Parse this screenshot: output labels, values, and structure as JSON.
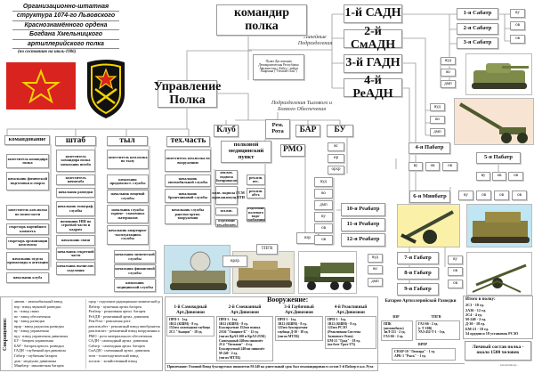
{
  "title": {
    "lines": [
      "Организационно-штатная",
      "структура  1074-го Львовского",
      "Краснознамённого ордена",
      "Богдана Хмельницкого",
      "артиллерийского полка"
    ],
    "subtitle": "(по состоянию на  июль-1986)"
  },
  "commander": "командир полка",
  "management": "Управление Полка",
  "line_units_label": "Линейные Подразделения",
  "support_label": "Подразделения Тылового и Боевого Обеспечения",
  "deployment": "Пункт Дислокации Демократическая Республика Афганистан г. Кабул - район Хаирхана (\"Тёплый Стан\")",
  "divisions": [
    "1-й САДН",
    "2-й СмАДН",
    "3-й ГАДН",
    "4-й РеАДН"
  ],
  "sabatr": [
    "1-я Сабатр",
    "2-я Сабатр",
    "3-я Сабатр"
  ],
  "sabatr_plt": [
    "ву",
    "ов",
    "ов"
  ],
  "div_hq": [
    "вуд",
    "во",
    "дмп"
  ],
  "pabatr": [
    "4-я Пабатр",
    "5-я Пабатр"
  ],
  "minbatr": "6-я Минбатр",
  "plt4": [
    "ву",
    "ов",
    "ов",
    "ов"
  ],
  "reabatr": [
    "10-я Реабатр",
    "11-я Реабатр",
    "12-я Реабатр"
  ],
  "gabatr": [
    "7-я Габатр",
    "8-я Габатр",
    "9-я Габатр"
  ],
  "support": {
    "club": "Клуб",
    "rem": "Рем. Рота",
    "bar": "БАР",
    "bu": "БУ",
    "med": "полковой медицинский пункт",
    "rmo": "РМО",
    "bu_units": [
      "вс",
      "ир",
      "орхр"
    ],
    "rem_units": [
      "рем.взв. вес.",
      "рем.взв. абтт."
    ],
    "rmo_units": [
      "авт.взв. подвоза боеприпасов",
      "авт.взв. подвоза ГСМ продов.ии.имущ.ВТИ",
      "хоз.взв.",
      "отделение тех.обеспеч."
    ],
    "water": "отделение полевого водо- снабжения",
    "bar_units": [
      "взр",
      "ТПГВ",
      "врлр"
    ]
  },
  "staff": {
    "command": {
      "head": "командование",
      "items": [
        "заместитель командира полка",
        "начальник физической подготовки и спорта",
        "заместитель ком.полка по полит.части",
        "секретарь партийного комитета",
        "секретарь организации комсомола",
        "начальник отдела пропаганды и агитации",
        "начальник клуба"
      ]
    },
    "hq": {
      "head": "штаб",
      "items": [
        "заместитель командира полка начальник штаба",
        "заместитель начштаба",
        "начальник разведки",
        "начальник топограф. службы",
        "помощник НШ по строевой части и кадрам",
        "начальник связи",
        "начальник секретной части",
        "начальник вычислит. отделения"
      ]
    },
    "rear": {
      "head": "тыл",
      "items": [
        "заместитель ком.полка по тылу",
        "начальник продовольст. службы",
        "начальник вещевой службы",
        "начальник службы горюче- -смазочных материалов",
        "начальник квартирно- -эксплуатацион. службы",
        "начальник химической службы",
        "начальник финансовой службы",
        "начальник медицинской службы"
      ]
    },
    "tech": {
      "head": "тех.часть",
      "items": [
        "заместитель ком.полка по вооружению",
        "начальник автомобильной службы",
        "начальник бронетанковой службы",
        "начальник службы ракетно-артил. вооружения"
      ]
    }
  },
  "legend": {
    "title": "Сокращения:",
    "col1": [
      "автвзв. - автомобильный взвод",
      "взр - взвод звуковой разведки",
      "вс - взвод связи",
      "во - взвод обеспечения",
      "вр - взвод разведки",
      "врлр - взвод радиолок.разведки",
      "ву - взвод управления",
      "вуд - взвод управления дивизиона",
      "БУ - батарея управления",
      "БАР - батарея артилл. разведки",
      "ГАДН - гаубичный арт.дивизион",
      "Габатр - гаубичная батарея",
      "дмп - медпункт дивизиона",
      "Минбатр - минометная батарея",
      "ов - огневой взвод"
    ],
    "col2": [
      "орхр - отделение радиационно-химической разведки",
      "Пабатр - пушечная артил.батарея",
      "Реабатр - реактивная артил. батарея",
      "РеАДН - реактивный артил. дивизион",
      "Рем.Рота - ремонтная рота",
      "рем.взв.абтт - ремонтный взвод автобронетанковой техники",
      "рем.взв.вес - ремонтный взвод вооружения и средств связи",
      "РМО - рота материального обеспечения",
      "САДН - самоходный артил. дивизион",
      "Сабатр - самоходная артил. батарея",
      "СмАДН - смешанный артил. дивизион",
      "тпгв - топогеодезический взвод",
      "хоз.взв. - хозяйственный взвод"
    ]
  },
  "armament": {
    "title": "Вооружение:",
    "divisions": [
      {
        "head": "1-й Самоходный Арт.Дивизион",
        "lines": [
          "ПРП-3 - 1ед.",
          "1В12 (КШМ) - 8 ед.",
          "152мм самоходная гаубица",
          "2С3 \"Акация\" - 18 ед."
        ]
      },
      {
        "head": "2-й Смешанный Арт.Дивизион",
        "lines": [
          "ПРП-3 - 1ед.",
          "1В12 (КШМ) - 8 ед.",
          "Буксируемая 152мм пушка",
          "2А36 \"Гиацинт-Б\" - 12 ед.",
          "(тягач КрАЗ-260 и КрАЗ-255Б)",
          "Самоходный 240мм миномёт",
          "2С4 \"Тюльпан\" - 4 ед.",
          "Буксируемый 240мм миномёт",
          "М-240 - 2 ед.",
          "(тягач МТЛБ)"
        ]
      },
      {
        "head": "3-й Гаубичный Арт.Дивизион",
        "lines": [
          "ПРП-3 - 1ед.",
          "1В12 (КШМ) - 8 ед.",
          "122мм буксируемая",
          "гаубица Д-30 - 18 ед.",
          "(тягач МТЛБ)"
        ]
      },
      {
        "head": "4-й Реактивный Арт.Дивизион",
        "lines": [
          "ПРП-3 - 1ед.",
          "1В12 (КШМ) - 8 ед.",
          "122мм РСЗО",
          "(Реактивная Система",
          "Залпового Огня)",
          "БМ-21 \"Град\" - 18 ед.",
          "(на базе Урал-375)"
        ]
      }
    ],
    "battery": {
      "head": "Батарея Артиллерийской Разведки",
      "vzr": "ВЗР",
      "vzr_lines": [
        "ППК (автомобиль)",
        "ЗиЛ-131 - 2 ед.",
        "ГАЗ-66 - 2 ед."
      ],
      "tpgv": "ТПГВ",
      "tpgv_lines": [
        "ГАЗ-66 - 2 ед.",
        "(с Т-10В)",
        "УАЗ-452-Т-1 - 1ед."
      ],
      "vrlr": "ВРЛР",
      "vrlr_lines": [
        "СНАР-10 \"Леопард\" - 1 ед.",
        "АРК-1 \"Рысь\" - 1 ед."
      ]
    },
    "note": "Примечание: Основой Взвод буксируемых минометов М-240  на длительный срок был откомандирован в состав 5-й Пабатр в н.п. Руха"
  },
  "totals": {
    "title": "Итого в полку:",
    "lines": [
      "2С3 - 18 ед.",
      "2А36 - 12 ед.",
      "2С4 - 4 ед.",
      "М-240 - 2 ед.",
      "Д-30 - 18 ед.",
      "БМ-21 - 18 ед."
    ],
    "summary": "54 орудия и 18 установок РСЗО",
    "personnel": "Личный состав полка - около 1500 человек",
    "credit": "kalashnika@..."
  },
  "colors": {
    "flag": "#d8231f",
    "star": "#f5d200",
    "emblem": "#111111",
    "photo_peach": "#f8e4d2",
    "photo_yellow": "#fbf0a8",
    "photo_sky": "#bfe6f2"
  }
}
